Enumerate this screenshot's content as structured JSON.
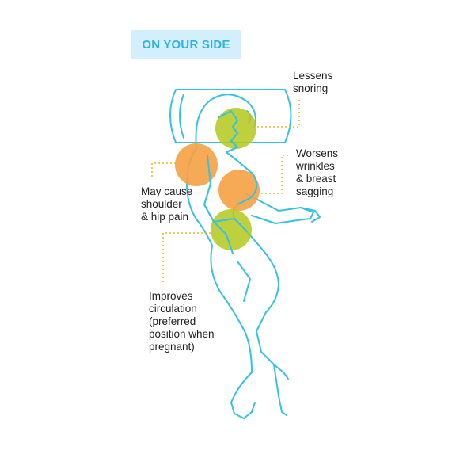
{
  "title": "ON YOUR SIDE",
  "colors": {
    "outline": "#36c1e6",
    "title_bg": "#d3effb",
    "title_text": "#2bb3e4",
    "benefit_circle": "#b3c81c",
    "drawback_circle": "#f5a142",
    "leader_line": "#e6b92a"
  },
  "annotations": [
    {
      "id": "snoring",
      "lines": [
        "Lessens",
        "snoring"
      ],
      "kind": "benefit"
    },
    {
      "id": "wrinkles",
      "lines": [
        "Worsens",
        "wrinkles",
        "& breast",
        "sagging"
      ],
      "kind": "drawback"
    },
    {
      "id": "shoulder",
      "lines": [
        "May cause",
        "shoulder",
        "& hip pain"
      ],
      "kind": "drawback"
    },
    {
      "id": "circulation",
      "lines": [
        "Improves",
        "circulation",
        "(preferred",
        "position when",
        "pregnant)"
      ],
      "kind": "benefit"
    }
  ]
}
